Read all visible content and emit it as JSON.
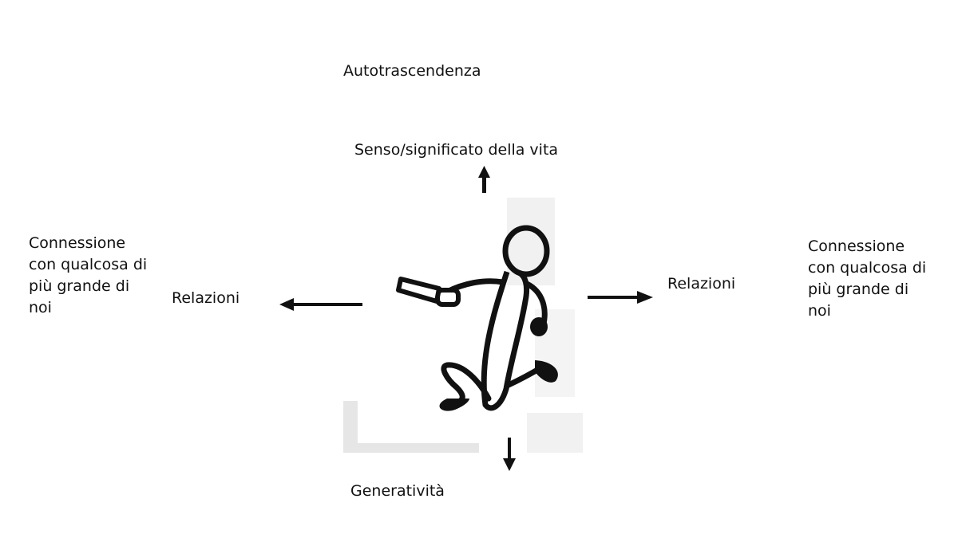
{
  "labels": {
    "top": "Autotrascendenza",
    "up": "Senso/significato della vita",
    "left_outer": "Connessione\ncon qualcosa di\npiù grande di\nnoi",
    "left_inner": "Relazioni",
    "right_inner": "Relazioni",
    "right_outer": "Connessione\ncon qualcosa di\npiù grande di\nnoi",
    "bottom": "Generatività"
  },
  "colors": {
    "ink": "#111111",
    "watermark": "#e6e6e6"
  },
  "icons": {
    "figure": "stick-figure-running-with-baton"
  }
}
